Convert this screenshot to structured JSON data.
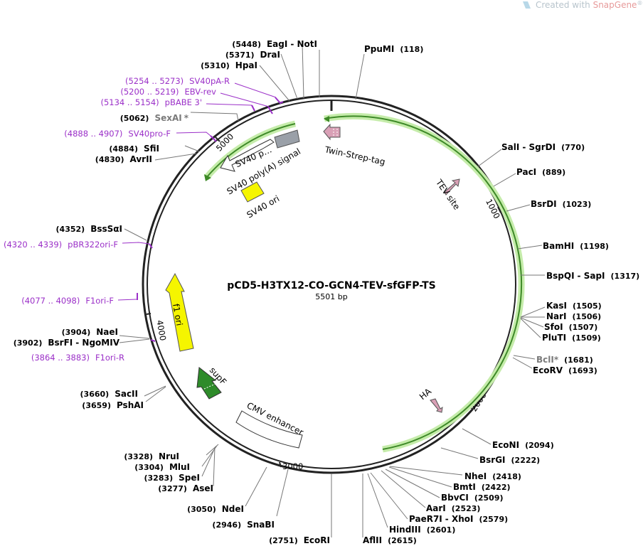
{
  "watermark": {
    "text_prefix": "Created with ",
    "brand": "SnapGene",
    "reg": "®"
  },
  "plasmid": {
    "name": "pCD5-H3TX12-CO-GCN4-TEV-sfGFP-TS",
    "size_label": "5501 bp"
  },
  "ticks": [
    "1000",
    "2000",
    "3000",
    "4000",
    "5000"
  ],
  "features": {
    "twin_strep": "Twin-Strep-tag",
    "tev": "TEV site",
    "ha": "HA",
    "sv40_promoter": "SV40 p…",
    "sv40_polya": "SV40 poly(A) signal",
    "sv40_ori": "SV40 ori",
    "f1_ori": "f1 ori",
    "supf": "supF",
    "cmv": "CMV enhancer"
  },
  "sites_right": [
    {
      "name": "PpuMI",
      "pos": "(118)"
    },
    {
      "name": "SalI",
      "name2": "SgrDI",
      "pos": "(770)"
    },
    {
      "name": "PacI",
      "pos": "(889)"
    },
    {
      "name": "BsrDI",
      "pos": "(1023)"
    },
    {
      "name": "BamHI",
      "pos": "(1198)"
    },
    {
      "name": "BspQI",
      "name2": "SapI",
      "pos": "(1317)"
    },
    {
      "name": "KasI",
      "pos": "(1505)"
    },
    {
      "name": "NarI",
      "pos": "(1506)"
    },
    {
      "name": "SfoI",
      "pos": "(1507)"
    },
    {
      "name": "PluTI",
      "pos": "(1509)"
    },
    {
      "name": "BclI",
      "star": "*",
      "pos": "(1681)"
    },
    {
      "name": "EcoRV",
      "pos": "(1693)"
    },
    {
      "name": "EcoNI",
      "pos": "(2094)"
    },
    {
      "name": "BsrGI",
      "pos": "(2222)"
    },
    {
      "name": "NheI",
      "pos": "(2418)"
    },
    {
      "name": "BmtI",
      "pos": "(2422)"
    },
    {
      "name": "BbvCI",
      "pos": "(2509)"
    },
    {
      "name": "AarI",
      "pos": "(2523)"
    },
    {
      "name": "PaeR7I",
      "name2": "XhoI",
      "pos": "(2579)"
    },
    {
      "name": "HindIII",
      "pos": "(2601)"
    },
    {
      "name": "AflII",
      "pos": "(2615)"
    }
  ],
  "sites_left": [
    {
      "name": "EcoRI",
      "pos": "(2751)"
    },
    {
      "name": "SnaBI",
      "pos": "(2946)"
    },
    {
      "name": "NdeI",
      "pos": "(3050)"
    },
    {
      "name": "AseI",
      "pos": "(3277)"
    },
    {
      "name": "SpeI",
      "pos": "(3283)"
    },
    {
      "name": "MluI",
      "pos": "(3304)"
    },
    {
      "name": "NruI",
      "pos": "(3328)"
    },
    {
      "name": "PshAI",
      "pos": "(3659)"
    },
    {
      "name": "SacII",
      "pos": "(3660)"
    },
    {
      "name": "BsrFI",
      "name2": "NgoMIV",
      "pos": "(3902)"
    },
    {
      "name": "NaeI",
      "pos": "(3904)"
    },
    {
      "name": "BssSαI",
      "pos": "(4352)"
    },
    {
      "name": "AvrII",
      "pos": "(4830)"
    },
    {
      "name": "SfiI",
      "pos": "(4884)"
    },
    {
      "name": "SexAI",
      "star": "*",
      "pos": "(5062)"
    },
    {
      "name": "HpaI",
      "pos": "(5310)"
    },
    {
      "name": "DraI",
      "pos": "(5371)"
    },
    {
      "name": "EagI",
      "name2": "NotI",
      "pos": "(5448)"
    }
  ],
  "primers": [
    {
      "range": "(5254 .. 5273)",
      "name": "SV40pA-R"
    },
    {
      "range": "(5200 .. 5219)",
      "name": "EBV-rev"
    },
    {
      "range": "(5134 .. 5154)",
      "name": "pBABE 3'"
    },
    {
      "range": "(4888 .. 4907)",
      "name": "SV40pro-F"
    },
    {
      "range": "(4320 .. 4339)",
      "name": "pBR322ori-F"
    },
    {
      "range": "(4077 .. 4098)",
      "name": "F1ori-F"
    },
    {
      "range": "(3864 .. 3883)",
      "name": "F1ori-R"
    }
  ]
}
